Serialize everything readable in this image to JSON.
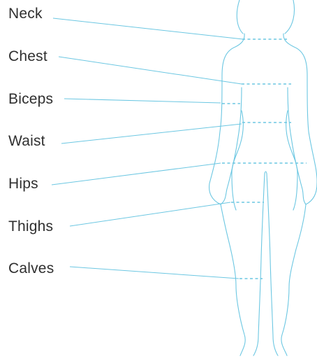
{
  "colors": {
    "text": "#2f2f2f",
    "line": "#6cc7e2"
  },
  "measurements": [
    {
      "id": "neck",
      "label": "Neck"
    },
    {
      "id": "chest",
      "label": "Chest"
    },
    {
      "id": "biceps",
      "label": "Biceps"
    },
    {
      "id": "waist",
      "label": "Waist"
    },
    {
      "id": "hips",
      "label": "Hips"
    },
    {
      "id": "thighs",
      "label": "Thighs"
    },
    {
      "id": "calves",
      "label": "Calves"
    }
  ]
}
